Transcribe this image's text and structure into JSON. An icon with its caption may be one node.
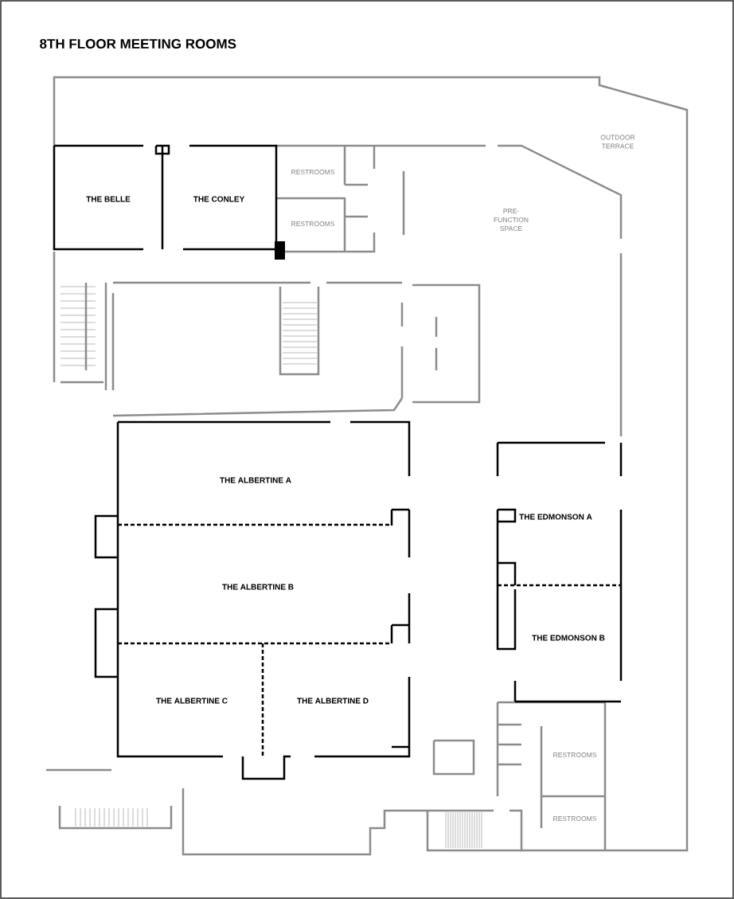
{
  "diagram": {
    "title": "8TH FLOOR MEETING ROOMS",
    "nodes": [
      {
        "text": [
          "THE BELLE"
        ]
      },
      {
        "text": [
          "THE CONLEY"
        ]
      },
      {
        "text": [
          "RESTROOMS"
        ]
      },
      {
        "text": [
          "RESTROOMS"
        ]
      },
      {
        "text": [
          "THE ALBERTINE A"
        ]
      },
      {
        "text": [
          "THE EDMONSON A"
        ]
      },
      {
        "text": [
          "THE ALBERTINE B"
        ]
      },
      {
        "text": [
          "THE EDMONSON B"
        ]
      },
      {
        "text": [
          "THE ALBERTINE C"
        ]
      },
      {
        "text": [
          "THE ALBERTINE D"
        ]
      },
      {
        "text": [
          "RESTROOMS"
        ]
      },
      {
        "text": [
          "RESTROOMS"
        ]
      }
    ],
    "labels": [
      "OUTDOOR TERRACE",
      "PRE-FUNCTION SPACE"
    ]
  }
}
